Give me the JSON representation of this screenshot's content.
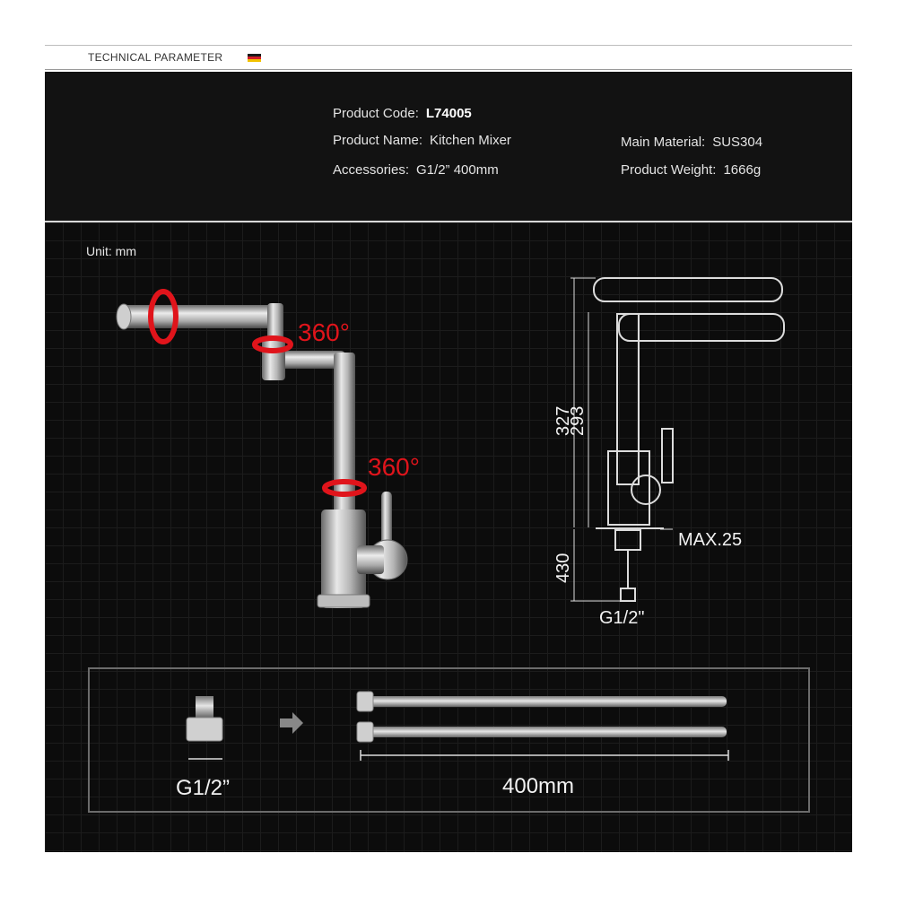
{
  "header": {
    "title": "TECHNICAL PARAMETER",
    "flag_colors": [
      "#1a1a1a",
      "#d31f26",
      "#f2c200"
    ]
  },
  "specs": {
    "product_code_label": "Product Code:",
    "product_code": "L74005",
    "product_name_label": "Product Name:",
    "product_name": "Kitchen Mixer",
    "accessories_label": "Accessories:",
    "accessories": "G1/2”  400mm",
    "main_material_label": "Main Material:",
    "main_material": "SUS304",
    "product_weight_label": "Product Weight:",
    "product_weight": "1666g"
  },
  "drawing": {
    "unit": "Unit: mm",
    "rotation_top": "360°",
    "rotation_bottom": "360°",
    "dim_327": "327",
    "dim_293": "293",
    "dim_430": "430",
    "max_label": "MAX.25",
    "thread_label": "G1/2\""
  },
  "accessories_panel": {
    "connector_label": "G1/2”",
    "hose_length": "400mm"
  },
  "colors": {
    "accent_red": "#e0141b",
    "background": "#0c0c0c"
  }
}
